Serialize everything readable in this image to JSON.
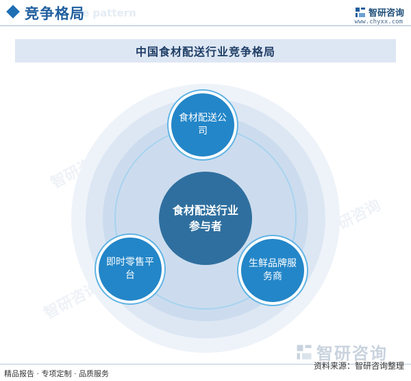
{
  "header": {
    "title": "竞争格局",
    "ghost_text": "e pattern",
    "brand_name": "智研咨询",
    "brand_url": "www.chyxx.com"
  },
  "chart_title": "中国食材配送行业竞争格局",
  "diagram": {
    "center": "食材配送行业参与者",
    "participants": [
      "食材配送公司",
      "即时零售平台",
      "生鲜品牌服务商"
    ]
  },
  "watermark_text": "智研咨询",
  "footer": {
    "brand_name": "智研咨询",
    "left_text": "精品报告 · 专项定制 · 品质服务",
    "source_text": "资料来源：智研咨询整理"
  },
  "colors": {
    "outer_node": "#2386c8",
    "center_node": "#2f6f9f",
    "ring_outer": "#eef3f9",
    "ring_mid": "#dde7f3",
    "ring_inner": "#ccdcee",
    "orbit_line": "#a8d3ef",
    "brand": "#1f5e9e"
  }
}
